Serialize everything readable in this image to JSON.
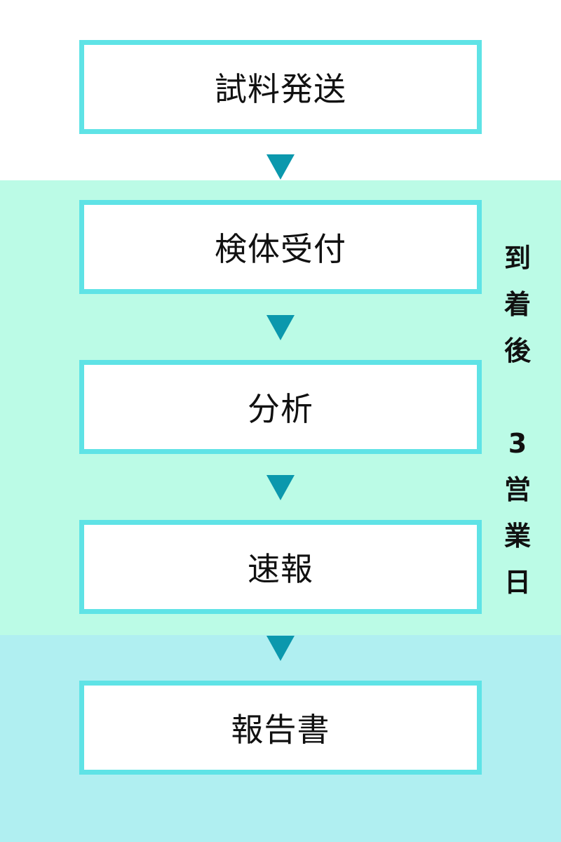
{
  "colors": {
    "background": "#ffffff",
    "band_mid": "#bbfbe6",
    "band_bottom": "#b0eff1",
    "box_border": "#5fe3e6",
    "arrow": "#0b98ad"
  },
  "steps": [
    {
      "label": "試料発送"
    },
    {
      "label": "検体受付"
    },
    {
      "label": "分析"
    },
    {
      "label": "速報"
    },
    {
      "label": "報告書"
    }
  ],
  "side_note": {
    "chars": [
      "到",
      "着",
      "後",
      "",
      "3",
      "営",
      "業",
      "日"
    ]
  }
}
